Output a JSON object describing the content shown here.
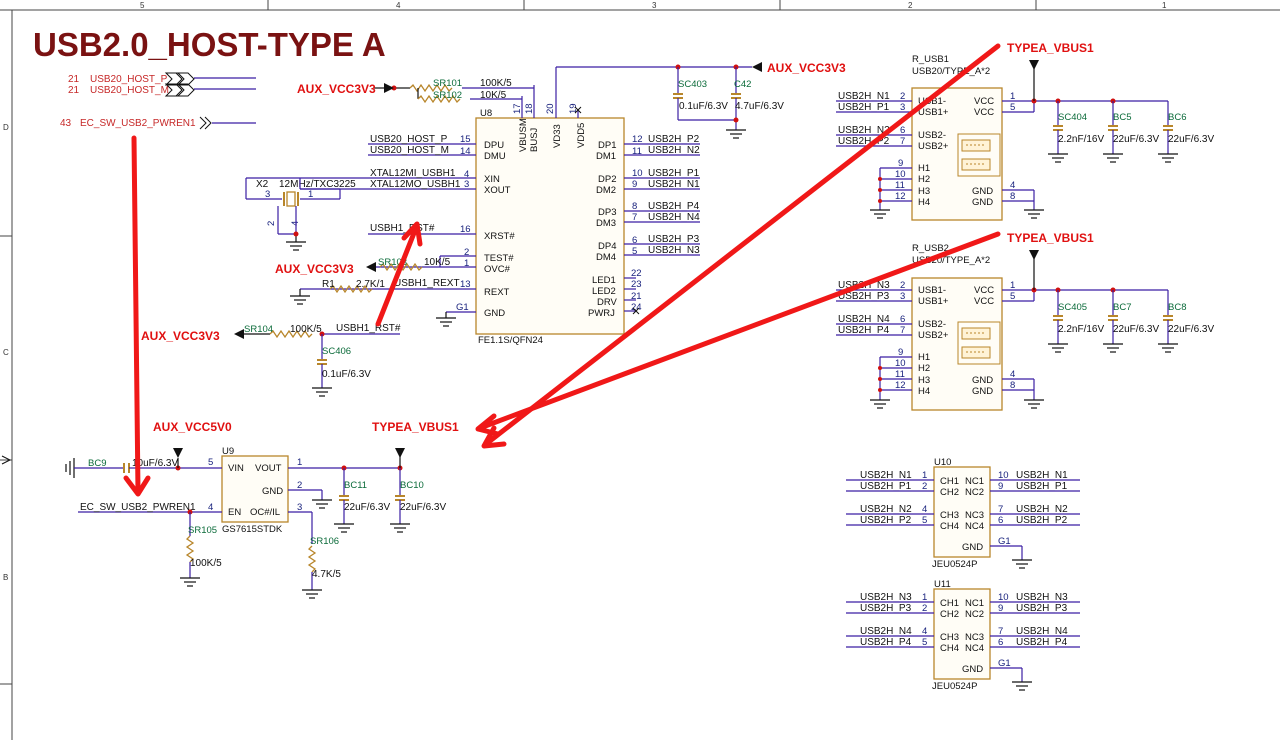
{
  "title": "USB2.0_HOST-TYPE A",
  "border": {
    "cols": [
      "5",
      "4",
      "3",
      "2",
      "1"
    ],
    "rows": [
      "D",
      "C",
      "B"
    ]
  },
  "offpage": {
    "host_p": {
      "num": "21",
      "name": "USB20_HOST_P"
    },
    "host_m": {
      "num": "21",
      "name": "USB20_HOST_M"
    },
    "pwren": {
      "num": "43",
      "name": "EC_SW_USB2_PWREN1"
    }
  },
  "power": {
    "aux3v3_a": "AUX_VCC3V3",
    "aux3v3_b": "AUX_VCC3V3",
    "aux3v3_c": "AUX_VCC3V3",
    "aux3v3_d": "AUX_VCC3V3",
    "aux5v0": "AUX_VCC5V0",
    "vbus_a": "TYPEA_VBUS1",
    "vbus_b": "TYPEA_VBUS1",
    "vbus_c": "TYPEA_VBUS1"
  },
  "u8": {
    "ref": "U8",
    "part": "FE1.1S/QFN24",
    "pins_left": [
      {
        "name": "DPU",
        "num": "15"
      },
      {
        "name": "DMU",
        "num": "14"
      },
      {
        "name": "XIN",
        "num": "4"
      },
      {
        "name": "XOUT",
        "num": "3"
      },
      {
        "name": "XRST#",
        "num": "16"
      },
      {
        "name": "TEST#",
        "num": "2"
      },
      {
        "name": "OVC#",
        "num": "1"
      },
      {
        "name": "REXT",
        "num": "13"
      },
      {
        "name": "GND",
        "num": "G1"
      }
    ],
    "pins_top": [
      {
        "name": "VBUSM",
        "num": "17"
      },
      {
        "name": "BUSJ",
        "num": "18"
      },
      {
        "name": "VD33",
        "num": "20"
      },
      {
        "name": "VDD5",
        "num": "19"
      }
    ],
    "pins_right": [
      {
        "name": "DP1",
        "num": "12",
        "net": "USB2H_P2"
      },
      {
        "name": "DM1",
        "num": "11",
        "net": "USB2H_N2"
      },
      {
        "name": "DP2",
        "num": "10",
        "net": "USB2H_P1"
      },
      {
        "name": "DM2",
        "num": "9",
        "net": "USB2H_N1"
      },
      {
        "name": "DP3",
        "num": "8",
        "net": "USB2H_P4"
      },
      {
        "name": "DM3",
        "num": "7",
        "net": "USB2H_N4"
      },
      {
        "name": "DP4",
        "num": "6",
        "net": "USB2H_P3"
      },
      {
        "name": "DM4",
        "num": "5",
        "net": "USB2H_N3"
      },
      {
        "name": "LED1",
        "num": "22",
        "net": ""
      },
      {
        "name": "LED2",
        "num": "23",
        "net": ""
      },
      {
        "name": "DRV",
        "num": "21",
        "net": ""
      },
      {
        "name": "PWRJ",
        "num": "24",
        "net": ""
      }
    ]
  },
  "u8_nets": {
    "dpu": "USB20_HOST_P",
    "dmu": "USB20_HOST_M",
    "xin": "XTAL12MI_USBH1",
    "xout": "XTAL12MO_USBH1",
    "xrst": "USBH1_RST#",
    "rext": "USBH1_REXT",
    "rst_b": "USBH1_RST#"
  },
  "x2": {
    "ref": "X2",
    "value": "12MHz/TXC3225",
    "p3": "3",
    "p1": "1",
    "p2": "2",
    "p4": "4"
  },
  "resistors": {
    "sr101": {
      "ref": "SR101",
      "value": "100K/5"
    },
    "sr102": {
      "ref": "SR102",
      "value": "10K/5"
    },
    "sr103": {
      "ref": "SR103",
      "value": "10K/5"
    },
    "r1": {
      "ref": "R1",
      "value": "2.7K/1"
    },
    "sr104": {
      "ref": "SR104",
      "value": "100K/5"
    },
    "sr105": {
      "ref": "SR105",
      "value": "100K/5"
    },
    "sr106": {
      "ref": "SR106",
      "value": "4.7K/5"
    }
  },
  "caps": {
    "sc403": {
      "ref": "SC403",
      "value": "0.1uF/6.3V"
    },
    "c42": {
      "ref": "C42",
      "value": "4.7uF/6.3V"
    },
    "sc406": {
      "ref": "SC406",
      "value": "0.1uF/6.3V"
    },
    "bc9": {
      "ref": "BC9",
      "value": "10uF/6.3V"
    },
    "bc11": {
      "ref": "BC11",
      "value": "22uF/6.3V"
    },
    "bc10": {
      "ref": "BC10",
      "value": "22uF/6.3V"
    },
    "sc404": {
      "ref": "SC404",
      "value": "2.2nF/16V"
    },
    "bc5": {
      "ref": "BC5",
      "value": "22uF/6.3V"
    },
    "bc6": {
      "ref": "BC6",
      "value": "22uF/6.3V"
    },
    "sc405": {
      "ref": "SC405",
      "value": "2.2nF/16V"
    },
    "bc7": {
      "ref": "BC7",
      "value": "22uF/6.3V"
    },
    "bc8": {
      "ref": "BC8",
      "value": "22uF/6.3V"
    }
  },
  "u9": {
    "ref": "U9",
    "part": "GS7615STDK",
    "vin": {
      "name": "VIN",
      "num": "5"
    },
    "en": {
      "name": "EN",
      "num": "4"
    },
    "vout": {
      "name": "VOUT",
      "num": "1"
    },
    "gnd": {
      "name": "GND",
      "num": "2"
    },
    "oc": {
      "name": "OC#/IL",
      "num": "3"
    },
    "en_net": "EC_SW_USB2_PWREN1"
  },
  "rusb1": {
    "ref": "R_USB1",
    "part": "USB20/TYPE_A*2",
    "sig": [
      {
        "name": "USB1-",
        "num": "2",
        "net": "USB2H_N1"
      },
      {
        "name": "USB1+",
        "num": "3",
        "net": "USB2H_P1"
      },
      {
        "name": "USB2-",
        "num": "6",
        "net": "USB2H_N2"
      },
      {
        "name": "USB2+",
        "num": "7",
        "net": "USB2H_P2"
      }
    ],
    "h": [
      {
        "name": "H1",
        "num": "9"
      },
      {
        "name": "H2",
        "num": "10"
      },
      {
        "name": "H3",
        "num": "11"
      },
      {
        "name": "H4",
        "num": "12"
      }
    ],
    "right": [
      {
        "name": "VCC",
        "num": "1"
      },
      {
        "name": "VCC",
        "num": "5"
      },
      {
        "name": "GND",
        "num": "4"
      },
      {
        "name": "GND",
        "num": "8"
      }
    ]
  },
  "rusb2": {
    "ref": "R_USB2",
    "part": "USB20/TYPE_A*2",
    "sig": [
      {
        "name": "USB1-",
        "num": "2",
        "net": "USB2H_N3"
      },
      {
        "name": "USB1+",
        "num": "3",
        "net": "USB2H_P3"
      },
      {
        "name": "USB2-",
        "num": "6",
        "net": "USB2H_N4"
      },
      {
        "name": "USB2+",
        "num": "7",
        "net": "USB2H_P4"
      }
    ],
    "h": [
      {
        "name": "H1",
        "num": "9"
      },
      {
        "name": "H2",
        "num": "10"
      },
      {
        "name": "H3",
        "num": "11"
      },
      {
        "name": "H4",
        "num": "12"
      }
    ],
    "right": [
      {
        "name": "VCC",
        "num": "1"
      },
      {
        "name": "VCC",
        "num": "5"
      },
      {
        "name": "GND",
        "num": "4"
      },
      {
        "name": "GND",
        "num": "8"
      }
    ]
  },
  "u10": {
    "ref": "U10",
    "part": "JEU0524P",
    "gndpin": "G1",
    "gnd": "GND",
    "rows": [
      {
        "lnet": "USB2H_N1",
        "lnum": "1",
        "lname": "CH1",
        "rname": "NC1",
        "rnum": "10",
        "rnet": "USB2H_N1"
      },
      {
        "lnet": "USB2H_P1",
        "lnum": "2",
        "lname": "CH2",
        "rname": "NC2",
        "rnum": "9",
        "rnet": "USB2H_P1"
      },
      {
        "lnet": "USB2H_N2",
        "lnum": "4",
        "lname": "CH3",
        "rname": "NC3",
        "rnum": "7",
        "rnet": "USB2H_N2"
      },
      {
        "lnet": "USB2H_P2",
        "lnum": "5",
        "lname": "CH4",
        "rname": "NC4",
        "rnum": "6",
        "rnet": "USB2H_P2"
      }
    ]
  },
  "u11": {
    "ref": "U11",
    "part": "JEU0524P",
    "gndpin": "G1",
    "gnd": "GND",
    "rows": [
      {
        "lnet": "USB2H_N3",
        "lnum": "1",
        "lname": "CH1",
        "rname": "NC1",
        "rnum": "10",
        "rnet": "USB2H_N3"
      },
      {
        "lnet": "USB2H_P3",
        "lnum": "2",
        "lname": "CH2",
        "rname": "NC2",
        "rnum": "9",
        "rnet": "USB2H_P3"
      },
      {
        "lnet": "USB2H_N4",
        "lnum": "4",
        "lname": "CH3",
        "rname": "NC3",
        "rnum": "7",
        "rnet": "USB2H_N4"
      },
      {
        "lnet": "USB2H_P4",
        "lnum": "5",
        "lname": "CH4",
        "rname": "NC4",
        "rnum": "6",
        "rnet": "USB2H_P4"
      }
    ]
  },
  "colors": {
    "power_label": "#e01010",
    "arrow": "#f01818",
    "title": "#7a1212",
    "wire": "#3b1fa3",
    "body": "#b8862b"
  }
}
